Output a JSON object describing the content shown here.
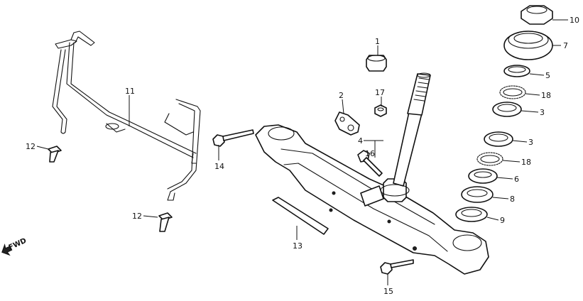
{
  "diagram": {
    "callouts": {
      "c1": "1",
      "c2": "2",
      "c3a": "3",
      "c3b": "3",
      "c4": "4",
      "c5": "5",
      "c6": "6",
      "c7": "7",
      "c8": "8",
      "c9": "9",
      "c10": "10",
      "c11": "11",
      "c12a": "12",
      "c12b": "12",
      "c13": "13",
      "c14": "14",
      "c15": "15",
      "c16": "16",
      "c17": "17",
      "c18a": "18",
      "c18b": "18"
    },
    "direction_label": "FWD"
  }
}
